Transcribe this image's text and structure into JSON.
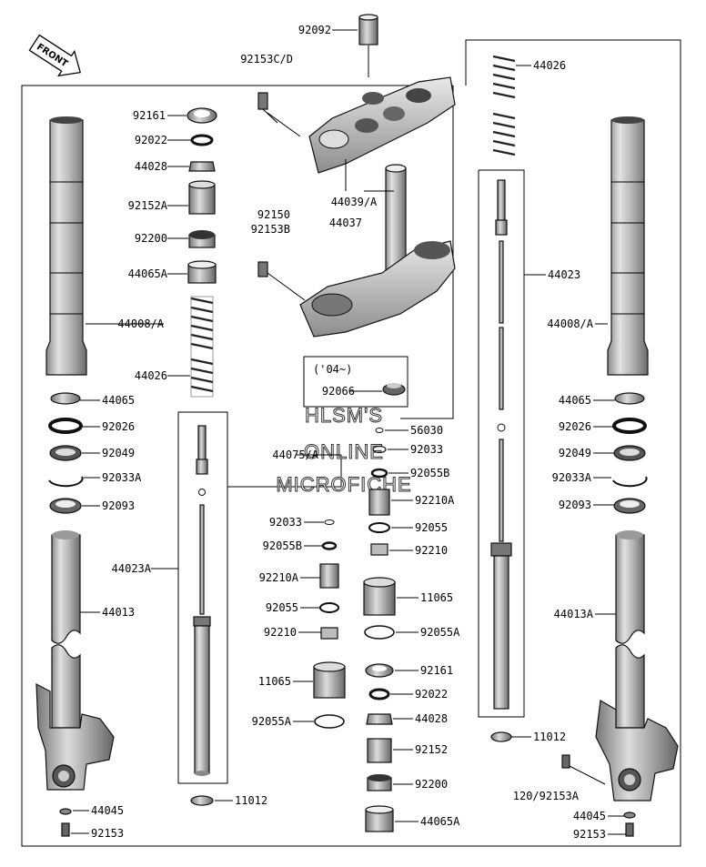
{
  "front_arrow": {
    "label": "FRONT"
  },
  "watermark": [
    "HLSM'S",
    "ONLINE",
    "MICROFICHE"
  ],
  "year_note": "('04~)",
  "left_labels": [
    "92161",
    "92022",
    "44028",
    "92152A",
    "92200",
    "44065A",
    "44008/A",
    "44026",
    "44065",
    "92026",
    "92049",
    "92033A",
    "92093",
    "44023A",
    "44013",
    "44045",
    "92153"
  ],
  "center_top_labels": [
    "92092",
    "92153C/D",
    "44039/A",
    "92150",
    "92153B",
    "44037"
  ],
  "inner_left_labels": [
    "44075/A",
    "11012"
  ],
  "center_mid_labels": [
    "92066",
    "56030",
    "92033",
    "92055B",
    "92210A",
    "92055",
    "92210",
    "11065",
    "92055A",
    "92161",
    "92022",
    "44028",
    "92152",
    "92200",
    "44065A"
  ],
  "center_left_labels": [
    "92033",
    "92055B",
    "92210A",
    "92055",
    "92210",
    "11065",
    "92055A"
  ],
  "right_labels": [
    "44026",
    "44023",
    "44008/A",
    "44065",
    "92026",
    "92049",
    "92033A",
    "92093",
    "44013A",
    "11012",
    "120/92153A",
    "44045",
    "92153"
  ]
}
